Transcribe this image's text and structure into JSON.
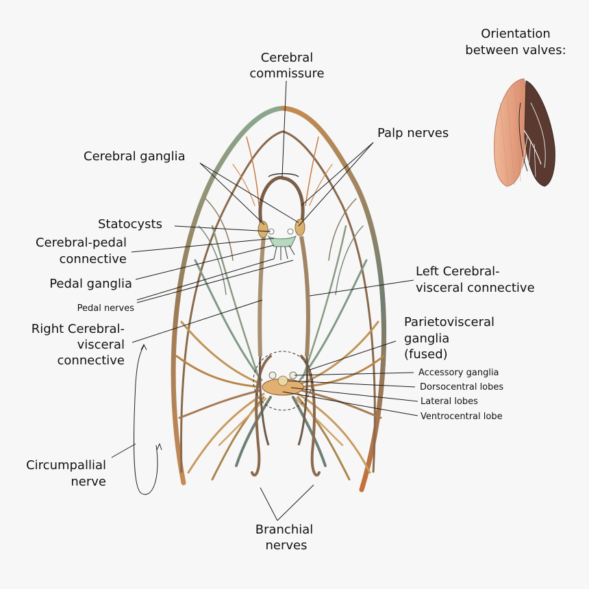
{
  "labels": {
    "cerebral_commissure": [
      "Cerebral",
      "commissure"
    ],
    "palp_nerves": "Palp nerves",
    "cerebral_ganglia": "Cerebral ganglia",
    "statocysts": "Statocysts",
    "cerebral_pedal_connective": [
      "Cerebral-pedal",
      "connective"
    ],
    "pedal_ganglia": "Pedal ganglia",
    "pedal_nerves": "Pedal nerves",
    "right_cerebral_visceral_connective": [
      "Right Cerebral-",
      "visceral",
      "connective"
    ],
    "left_cerebral_visceral_connective": [
      "Left Cerebral-",
      "visceral connective"
    ],
    "parietovisceral_ganglia": [
      "Parietovisceral",
      "ganglia",
      "(fused)"
    ],
    "accessory_ganglia": "Accessory ganglia",
    "dorsocentral_lobes": "Dorsocentral lobes",
    "lateral_lobes": "Lateral lobes",
    "ventrocentral_lobe": "Ventrocentral lobe",
    "circumpallial_nerve": [
      "Circumpallial",
      "nerve"
    ],
    "branchial_nerves": [
      "Branchial",
      "nerves"
    ],
    "orientation": [
      "Orientation",
      "between valves:"
    ]
  },
  "colors": {
    "nerve_orange": "#c8783a",
    "nerve_tan": "#b89a60",
    "nerve_green": "#7f9a88",
    "nerve_brown": "#7a5a45",
    "ganglion_yellow": "#e2b870",
    "shell_pink": "#e8a88a",
    "shell_dark": "#5a3a30"
  }
}
